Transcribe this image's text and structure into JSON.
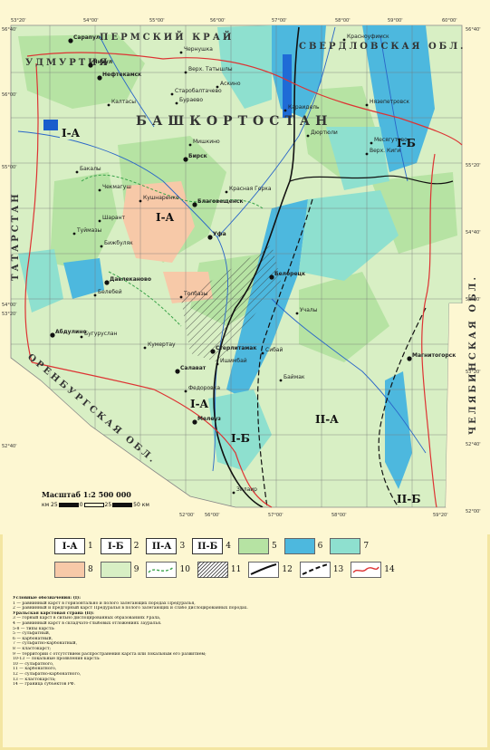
{
  "regions": {
    "perm": "ПЕРМСКИЙ КРАЙ",
    "sverdlovsk": "СВЕРДЛОВСКАЯ ОБЛ.",
    "udmurtia": "УДМУРТИЯ",
    "bashkortostan": "БАШКОРТОСТАН",
    "tatarstan": "ТАТАРСТАН",
    "orenburg": "ОРЕНБУРГСКАЯ ОБЛ.",
    "chelyabinsk": "ЧЕЛЯБИНСКАЯ ОБЛ."
  },
  "towns": [
    "Сарапул",
    "Чернушка",
    "Янаул",
    "Нефтекамск",
    "Верх. Татышлы",
    "Калтасы",
    "Старобалтачево",
    "Аскино",
    "Красноуфимск",
    "Бураево",
    "Караидель",
    "Дюртюли",
    "Мишкино",
    "Бирск",
    "Верх. Киги",
    "Месягутово",
    "Нязепетровск",
    "Бакалы",
    "Чекмагуш",
    "Благовещенск",
    "Красная Горка",
    "Кушнаренко",
    "Уфа",
    "Шарант",
    "Туймазы",
    "Бижбуляк",
    "Давлеканово",
    "Белебей",
    "Толбазы",
    "Абдулино",
    "Бугуруслан",
    "Салават",
    "Стерлитамак",
    "Ишимбай",
    "Кумертау",
    "Мелеуз",
    "Зилаир",
    "Магнитогорск",
    "Белорецк",
    "Учалы",
    "Сибай",
    "Баймак",
    "Федоровка"
  ],
  "coords": {
    "lon_top": [
      "53°20'",
      "54°00'",
      "55°00'",
      "56°00'",
      "57°00'",
      "58°00'",
      "59°00'",
      "60°00'"
    ],
    "lon_bottom": [
      "52°00'",
      "56°00'",
      "57°00'",
      "58°00'",
      "59°20'"
    ],
    "lat_left": [
      "56°40'",
      "56°00'",
      "55°00'",
      "54°00'",
      "53°20'",
      "52°40'"
    ],
    "lat_right": [
      "56°40'",
      "55°20'",
      "54°40'",
      "54°00'",
      "53°20'",
      "52°40'",
      "52°00'"
    ]
  },
  "zones": {
    "ia": "I-A",
    "ib": "I-Б",
    "iia": "II-A",
    "iib": "II-Б"
  },
  "scale": {
    "title": "Масштаб 1:2 500 000",
    "km": "км 25",
    "t0": "0",
    "t25": "25",
    "t50": "50 км"
  },
  "legend": {
    "row1": [
      {
        "label": "I-A",
        "num": "1"
      },
      {
        "label": "I-Б",
        "num": "2"
      },
      {
        "label": "II-A",
        "num": "3"
      },
      {
        "label": "II-Б",
        "num": "4"
      },
      {
        "color": "#b6e3a3",
        "num": "5"
      },
      {
        "color": "#4db8de",
        "num": "6"
      },
      {
        "color": "#8ee0cf",
        "num": "7"
      }
    ],
    "row2": [
      {
        "color": "#f7c9a8",
        "num": "8"
      },
      {
        "color": "#d8efc4",
        "num": "9"
      },
      {
        "pattern": "green-dash",
        "num": "10"
      },
      {
        "pattern": "hatch",
        "num": "11"
      },
      {
        "pattern": "black-line",
        "num": "12"
      },
      {
        "pattern": "black-dash",
        "num": "13"
      },
      {
        "pattern": "red-line",
        "num": "14"
      }
    ]
  },
  "notes": [
    "Условные обозначения: (I):",
    "1 — равнинный карст в горизонтально и полого залегающих породах Предуралья,",
    "2 — равнинный и предгорный карст Предуралья в полого залегающих и слабо дислоцированных породах.",
    "Уральская карстовая страна (II):",
    "3 — горный карст в сильно дислоцированных образованиях Урала,",
    "4 — равнинный карст в складчато-глыбовых отложениях Зауралья.",
    "5-8 — типы карста:",
    "5 — сульфатный,",
    "6 — карбонатный,",
    "7 — сульфатно-карбонатный,",
    "8 — кластокарст;",
    "9 — территории с отсутствием распространения карста или локальным его развитием;",
    "10-13 — локальные проявления карста:",
    "10 — сульфатного,",
    "11 — карбонатного,",
    "12 — сульфатно-карбонатного,",
    "13 — кластокарста;",
    "14 — граница субъектов РФ."
  ]
}
